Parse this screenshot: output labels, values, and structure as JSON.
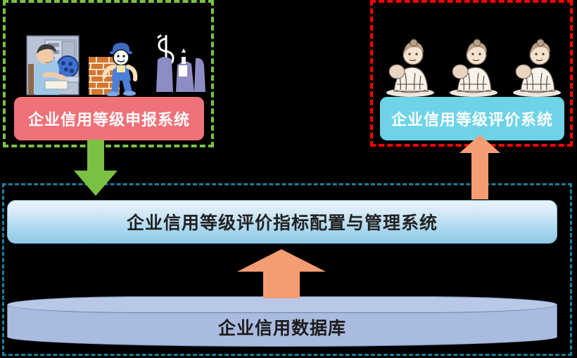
{
  "diagram": {
    "title_alt": "企业信用等级评价系统架构图",
    "background_color": "#000000"
  },
  "groups": {
    "declare": {
      "border_color": "#7ac143",
      "border_style": "dashed",
      "clipart": [
        {
          "name": "office-operator-clipart",
          "alt": "坐在控制台前工作的职员"
        },
        {
          "name": "bricklayer-clipart",
          "alt": "砌砖工人与砖墙"
        },
        {
          "name": "money-deal-clipart",
          "alt": "美元符号与两个人影"
        }
      ]
    },
    "evaluate": {
      "border_color": "#fe0000",
      "border_style": "dashed",
      "clipart": [
        {
          "name": "seated-evaluator-clipart",
          "alt": "席地而坐的评审人员"
        },
        {
          "name": "seated-evaluator-clipart",
          "alt": "席地而坐的评审人员"
        },
        {
          "name": "seated-evaluator-clipart",
          "alt": "席地而坐的评审人员"
        }
      ]
    },
    "platform": {
      "border_color": "#1a7f9c",
      "border_style": "dashed"
    }
  },
  "boxes": {
    "declare": {
      "label": "企业信用等级申报系统",
      "fill": "#ef7279",
      "text_color": "#ffffff"
    },
    "evaluate": {
      "label": "企业信用等级评价系统",
      "fill": "#6ed3e6",
      "text_color": "#ffffff"
    },
    "platform": {
      "label": "企业信用等级评价指标配置与管理系统",
      "fill": "#bfe0f2",
      "text_color": "#222222"
    },
    "database": {
      "label": "企业信用数据库",
      "fill": "#a9bbdf",
      "text_color": "#1c1c1c"
    }
  },
  "arrows": {
    "declare_to_platform": {
      "name": "arrow-down-green",
      "direction": "down",
      "color": "#7ac143"
    },
    "platform_to_evaluate": {
      "name": "arrow-up-orange-right",
      "direction": "up",
      "color": "#f49c72"
    },
    "database_to_platform": {
      "name": "arrow-up-orange-mid",
      "direction": "up",
      "color": "#f49c72"
    }
  }
}
